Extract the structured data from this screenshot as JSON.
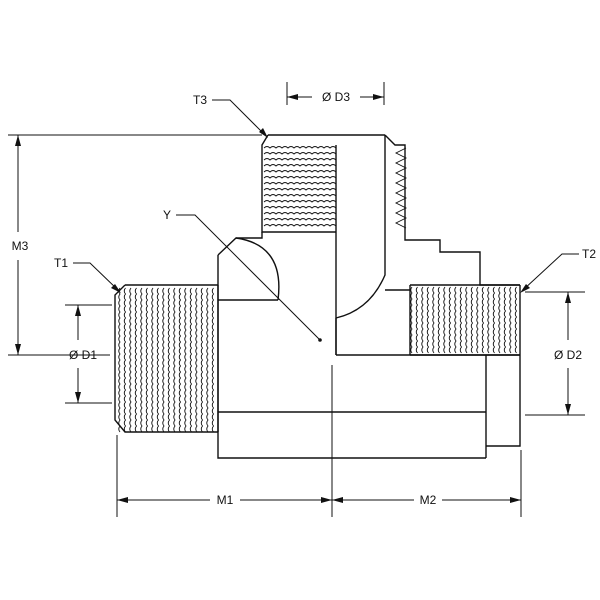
{
  "labels": {
    "t1": "T1",
    "t2": "T2",
    "t3": "T3",
    "y": "Y",
    "m1": "M1",
    "m2": "M2",
    "m3": "M3",
    "d1": "Ø D1",
    "d2": "Ø D2",
    "d3": "Ø D3"
  },
  "colors": {
    "line": "#111111",
    "background": "#ffffff"
  }
}
